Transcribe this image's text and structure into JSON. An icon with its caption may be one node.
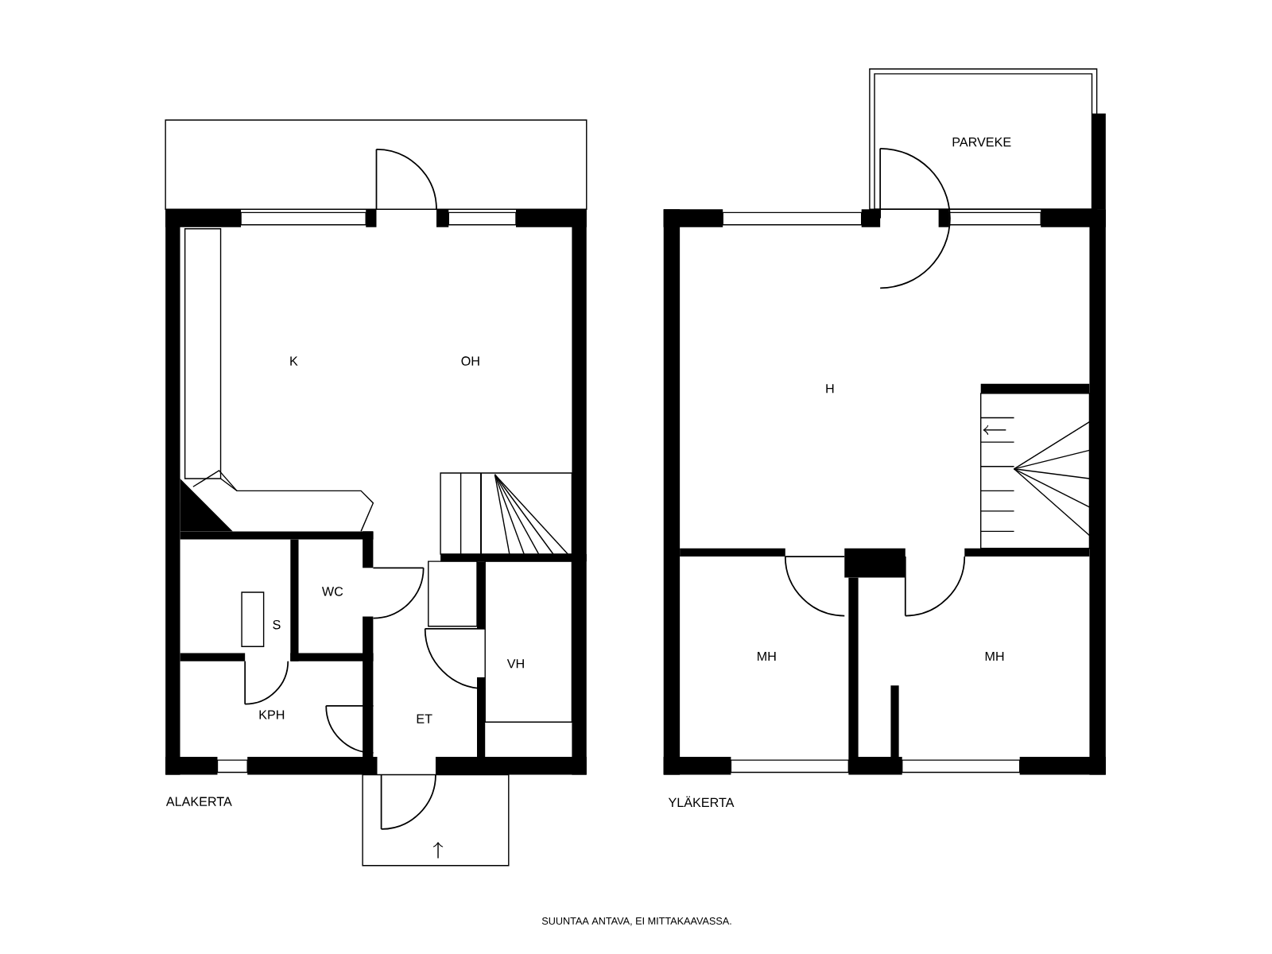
{
  "diagram": {
    "caption": "SUUNTAA ANTAVA, EI MITTAKAAVASSA.",
    "labels": [
      "PARVEKE",
      "K",
      "OH",
      "H",
      "WC",
      "S",
      "VH",
      "MH",
      "MH",
      "KPH",
      "ET",
      "ALAKERTA",
      "YLÄKERTA"
    ]
  }
}
